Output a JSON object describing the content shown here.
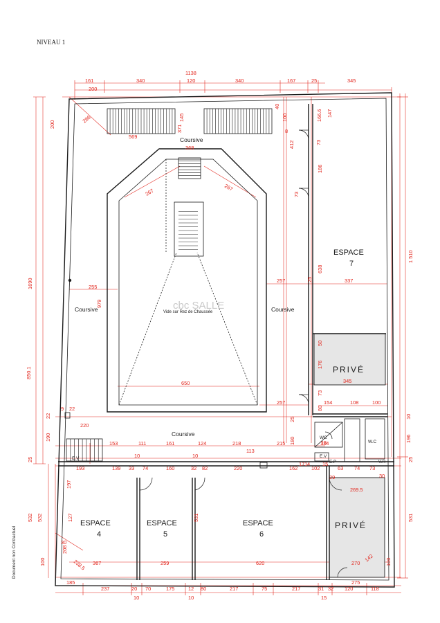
{
  "title": "NIVEAU 1",
  "side_note": "Document non Contractuel",
  "watermark": "cbc SALLE",
  "rooms": {
    "espace7_a": "ESPACE",
    "espace7_b": "7",
    "espace4_a": "ESPACE",
    "espace4_b": "4",
    "espace5_a": "ESPACE",
    "espace5_b": "5",
    "espace6_a": "ESPACE",
    "espace6_b": "6",
    "prive_top": "PRIVÉ",
    "prive_bottom": "PRIVÉ"
  },
  "labels": {
    "coursive_top": "Coursive",
    "coursive_left": "Coursive",
    "coursive_right": "Coursive",
    "coursive_bottom": "Coursive",
    "void": "Vide sur Rez de Chaussée",
    "wc_small": "WC",
    "wc": "W.C",
    "ev1": "E.V",
    "ev2": "E.V",
    "ep": "E.P",
    "vr": "V.R"
  },
  "dims": {
    "t_161": "161",
    "t_340a": "340",
    "t_1138": "1138",
    "t_120": "120",
    "t_340b": "340",
    "t_167": "167",
    "t_25": "25",
    "t_345": "345",
    "t_200": "200",
    "t_1510": "1 510",
    "t_1690": "1690",
    "t_850": "850.1",
    "t_200b": "200",
    "t_286": "286",
    "t_569": "569",
    "t_371": "371",
    "t_145": "145",
    "t_368": "368",
    "t_40": "40",
    "t_100": "100",
    "t_8": "8",
    "t_412": "412",
    "t_1666": "166.6",
    "t_147": "147",
    "t_73a": "73",
    "t_186": "186",
    "t_73b": "73",
    "t_267a": "267",
    "t_267b": "267",
    "t_255": "255",
    "t_979": "979",
    "t_257a": "257",
    "t_25b": "25",
    "t_638": "638",
    "t_337": "337",
    "t_50": "50",
    "t_176": "176",
    "t_345b": "345",
    "t_650": "650",
    "t_73c": "73",
    "t_257b": "257",
    "t_154": "154",
    "t_108": "108",
    "t_100b": "100",
    "t_80": "80",
    "t_9": "9",
    "t_22": "22",
    "t_22b": "22",
    "t_220": "220",
    "t_10": "10",
    "t_196": "196",
    "t_190": "190",
    "t_153": "153",
    "t_111": "111",
    "t_161b": "161",
    "t_124": "124",
    "t_218": "218",
    "t_215": "215",
    "t_25c": "25",
    "t_180": "180",
    "t_134": "134",
    "t_113": "113",
    "t_10b": "10",
    "t_10c": "10",
    "t_193": "193",
    "t_139": "139",
    "t_33": "33",
    "t_74": "74",
    "t_160": "160",
    "t_32": "32",
    "t_82": "82",
    "t_220b": "220",
    "t_162": "162",
    "t_102": "102",
    "t_63": "63",
    "t_74b": "74",
    "t_73d": "73",
    "t_30": "30",
    "t_29": "29",
    "t_2695": "269.5",
    "t_25d": "25",
    "t_25e": "25",
    "t_197": "197",
    "t_127": "127",
    "t_532a": "532",
    "t_532b": "532",
    "t_531a": "531",
    "t_531b": "531",
    "t_30b": "30",
    "t_208": "208",
    "t_2385": "238.5",
    "t_367": "367",
    "t_259": "259",
    "t_620": "620",
    "t_270": "270",
    "t_142": "142",
    "t_100c": "100",
    "t_100d": "100",
    "t_185": "185",
    "t_237": "237",
    "t_20": "20",
    "t_70": "70",
    "t_175": "175",
    "t_12": "12",
    "t_80b": "80",
    "t_217a": "217",
    "t_75": "75",
    "t_217b": "217",
    "t_31": "31",
    "t_32b": "32",
    "t_120b": "120",
    "t_118": "118",
    "t_10d": "10",
    "t_10e": "10",
    "t_15": "15",
    "t_16": "16",
    "t_171": "171",
    "t_4": "4",
    "t_15b": "15",
    "t_275": "275"
  },
  "colors": {
    "walls": "#1a1a1a",
    "dimensions": "#e2231a",
    "private_fill": "#e6e6e6"
  }
}
